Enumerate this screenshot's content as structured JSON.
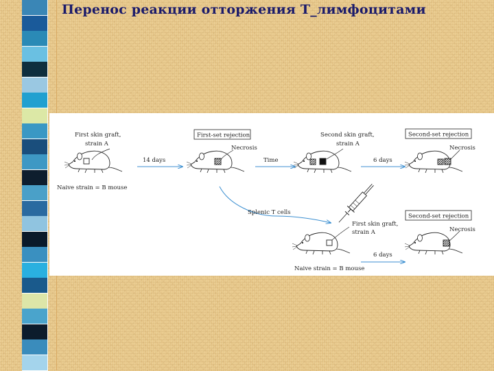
{
  "slide": {
    "title": "Перенос реакции отторжения Т_лимфоцитами"
  },
  "decor": {
    "stripe_colors": [
      "#3a86b6",
      "#1a5a9a",
      "#2a8ab6",
      "#6ac0e2",
      "#0e2e3e",
      "#9ac8e2",
      "#20a0d0",
      "#dce8a6",
      "#3a98c4",
      "#1a4e7c",
      "#3e98c4",
      "#0e1e2e",
      "#4aa0c8",
      "#2a6aa0",
      "#90c4e0",
      "#0a1a2a",
      "#3a90c0",
      "#2ab0e0",
      "#1a5a8c",
      "#dde6a8",
      "#4aa4cc",
      "#0c1c2c",
      "#3a8cbc",
      "#a4d4ec"
    ]
  },
  "figure": {
    "row1": {
      "first_graft_l1": "First skin graft,",
      "first_graft_l2": "strain A",
      "naive": "Naive strain = B mouse",
      "days14": "14 days",
      "first_set": "First-set rejection",
      "necrosis1": "Necrosis",
      "time": "Time",
      "second_graft_l1": "Second skin graft,",
      "second_graft_l2": "strain A",
      "days6": "6 days",
      "second_set": "Second-set rejection",
      "necrosis2": "Necrosis"
    },
    "row2": {
      "splenic": "Splenic T cells",
      "first_graft_l1": "First skin graft,",
      "first_graft_l2": "strain A",
      "naive": "Naive strain = B mouse",
      "days6": "6 days",
      "second_set": "Second-set rejection",
      "necrosis": "Necrosis"
    }
  }
}
